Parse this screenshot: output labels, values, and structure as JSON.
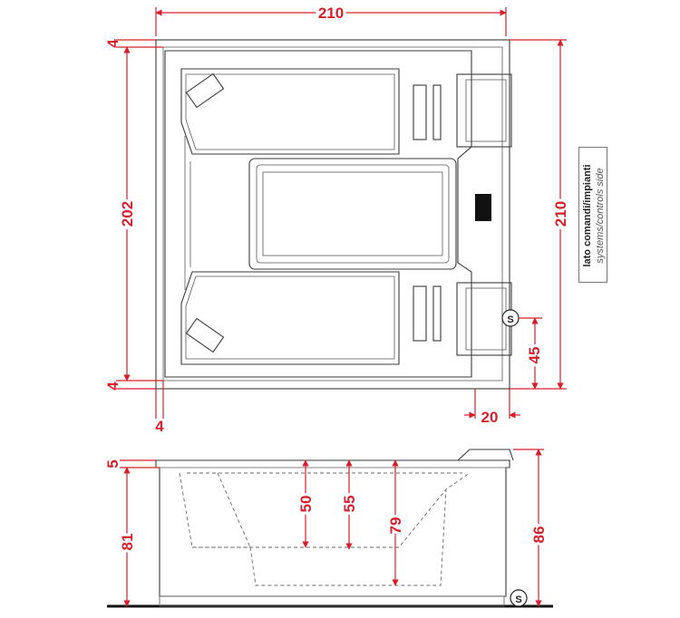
{
  "top_view": {
    "dims": {
      "width_top": "210",
      "height_left": "202",
      "height_right": "210",
      "margin_top": "4",
      "margin_bottom": "4",
      "margin_left": "4",
      "offset_right": "20",
      "siphon_height": "45"
    },
    "siphon_symbol": "S",
    "side_label": {
      "line1": "lato comandi/impianti",
      "line2": "systems/controls side"
    }
  },
  "side_view": {
    "dims": {
      "rim": "5",
      "depth_50": "50",
      "depth_55": "55",
      "depth_79": "79",
      "height_81": "81",
      "height_86": "86"
    },
    "siphon_symbol": "S"
  },
  "colors": {
    "dimension": "#d81e2a",
    "outline": "#3a3a3a"
  }
}
